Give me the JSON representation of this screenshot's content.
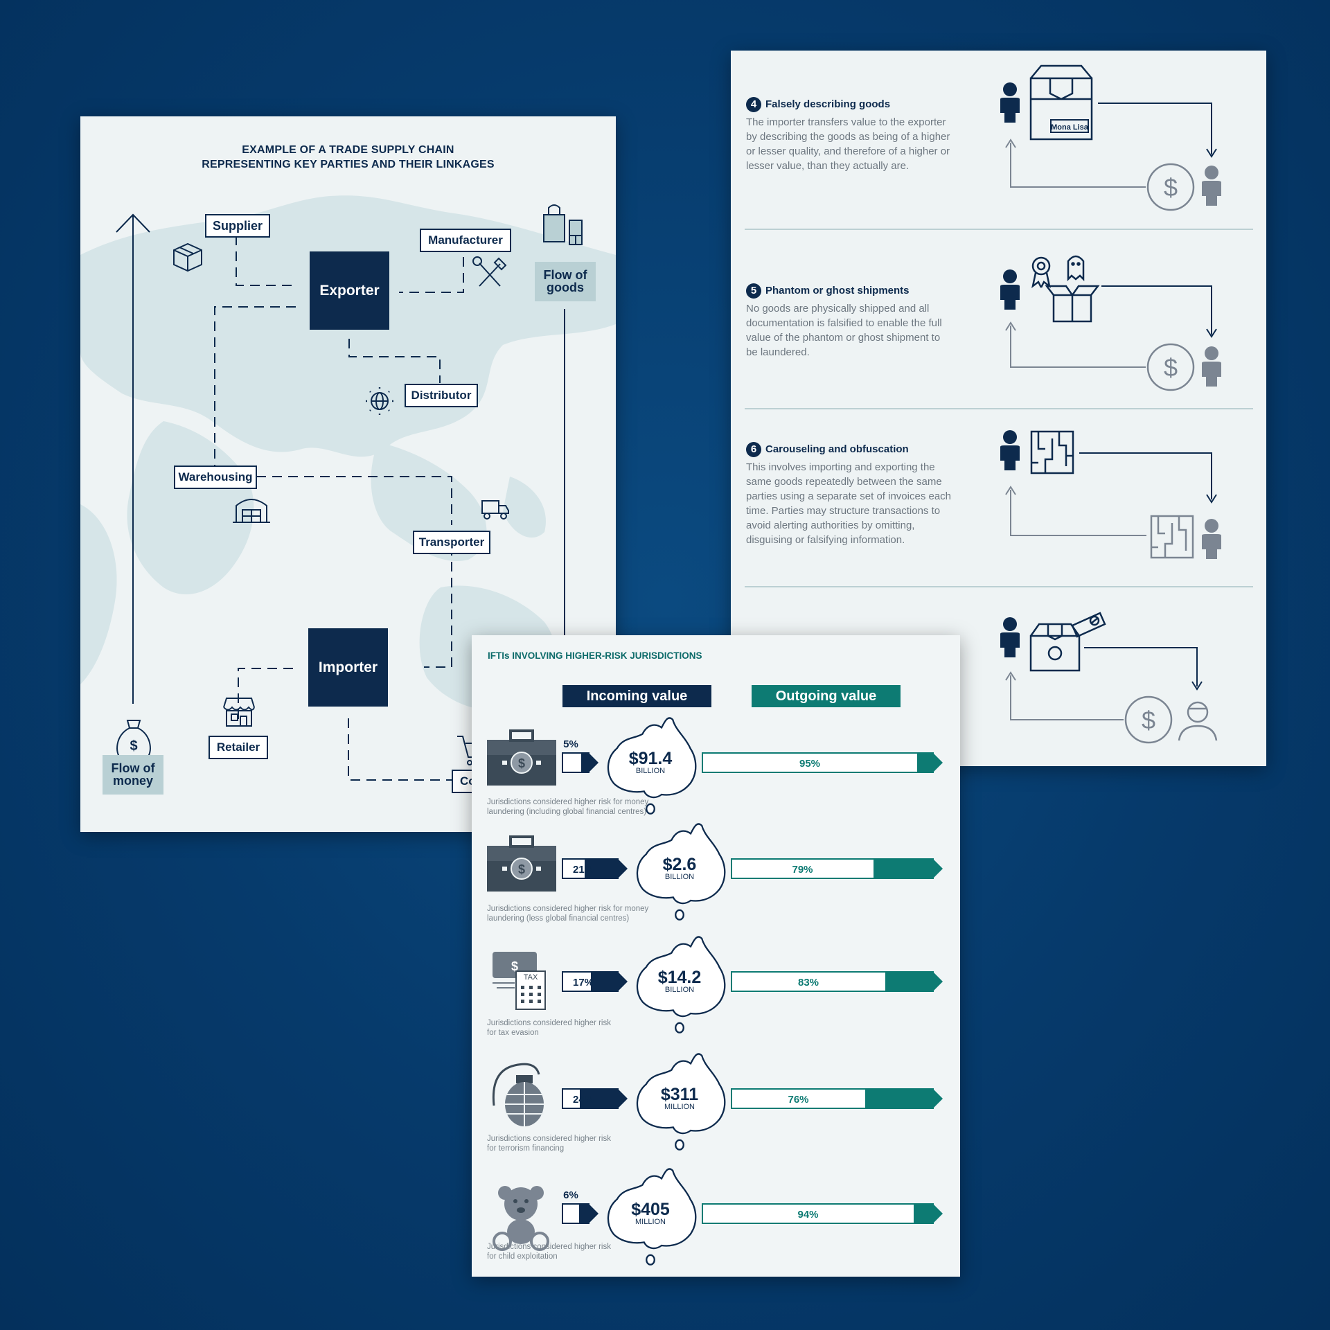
{
  "supply_chain": {
    "title_line1": "EXAMPLE OF A TRADE SUPPLY CHAIN",
    "title_line2": "REPRESENTING KEY PARTIES AND THEIR LINKAGES",
    "nodes": {
      "supplier": "Supplier",
      "manufacturer": "Manufacturer",
      "exporter": "Exporter",
      "distributor": "Distributor",
      "warehousing": "Warehousing",
      "transporter": "Transporter",
      "importer": "Importer",
      "retailer": "Retailer",
      "consumer_partial": "Co"
    },
    "flow_goods_1": "Flow of",
    "flow_goods_2": "goods",
    "flow_money_1": "Flow of",
    "flow_money_2": "money",
    "icons": [
      "box-icon",
      "tools-icon",
      "shopping-bag-icon",
      "globe-icon",
      "warehouse-icon",
      "truck-icon",
      "store-icon",
      "money-bag-icon",
      "cart-icon"
    ]
  },
  "methods": [
    {
      "number": "4",
      "title": "Falsely describing goods",
      "body": "The importer transfers value to the exporter by describing the goods as being of a higher or lesser quality, and therefore of a higher or lesser value, than they actually are.",
      "box_label": "Mona Lisa"
    },
    {
      "number": "5",
      "title": "Phantom or ghost shipments",
      "body": "No goods are physically shipped and all documentation is falsified to enable the full value of the phantom or ghost shipment to be laundered."
    },
    {
      "number": "6",
      "title": "Carouseling and obfuscation",
      "body": "This involves importing and exporting the same goods repeatedly between the same parties using a separate set of invoices each time. Parties may structure transactions to avoid alerting authorities by omitting, disguising or falsifying information."
    }
  ],
  "iftis": {
    "title": "IFTIs INVOLVING HIGHER-RISK JURISDICTIONS",
    "incoming_label": "Incoming value",
    "outgoing_label": "Outgoing value",
    "colors": {
      "incoming": "#0d2a4d",
      "outgoing": "#0d7b73"
    },
    "rows": [
      {
        "incoming_pct": "5%",
        "incoming_frac": 0.05,
        "amount": "$91.4",
        "unit": "BILLION",
        "outgoing_pct": "95%",
        "outgoing_frac": 0.95,
        "caption1": "Jurisdictions considered higher risk for money",
        "caption2": "laundering (including global financial centres)",
        "icon": "briefcase-dollar-icon"
      },
      {
        "incoming_pct": "21%",
        "incoming_frac": 0.21,
        "amount": "$2.6",
        "unit": "BILLION",
        "outgoing_pct": "79%",
        "outgoing_frac": 0.79,
        "caption1": "Jurisdictions considered higher risk for money",
        "caption2": "laundering (less global financial centres)",
        "icon": "briefcase-dollar-icon"
      },
      {
        "incoming_pct": "17%",
        "incoming_frac": 0.17,
        "amount": "$14.2",
        "unit": "BILLION",
        "outgoing_pct": "83%",
        "outgoing_frac": 0.83,
        "caption1": "Jurisdictions considered higher risk",
        "caption2": "for tax evasion",
        "icon": "tax-calculator-icon",
        "icon_text_1": "$",
        "icon_text_2": "TAX"
      },
      {
        "incoming_pct": "24%",
        "incoming_frac": 0.24,
        "amount": "$311",
        "unit": "MILLION",
        "outgoing_pct": "76%",
        "outgoing_frac": 0.76,
        "caption1": "Jurisdictions considered higher risk",
        "caption2": "for terrorism financing",
        "icon": "grenade-icon"
      },
      {
        "incoming_pct": "6%",
        "incoming_frac": 0.06,
        "amount": "$405",
        "unit": "MILLION",
        "outgoing_pct": "94%",
        "outgoing_frac": 0.94,
        "caption1": "Jurisdictions considered higher risk",
        "caption2": "for child exploitation",
        "icon": "teddy-bear-icon"
      }
    ]
  }
}
